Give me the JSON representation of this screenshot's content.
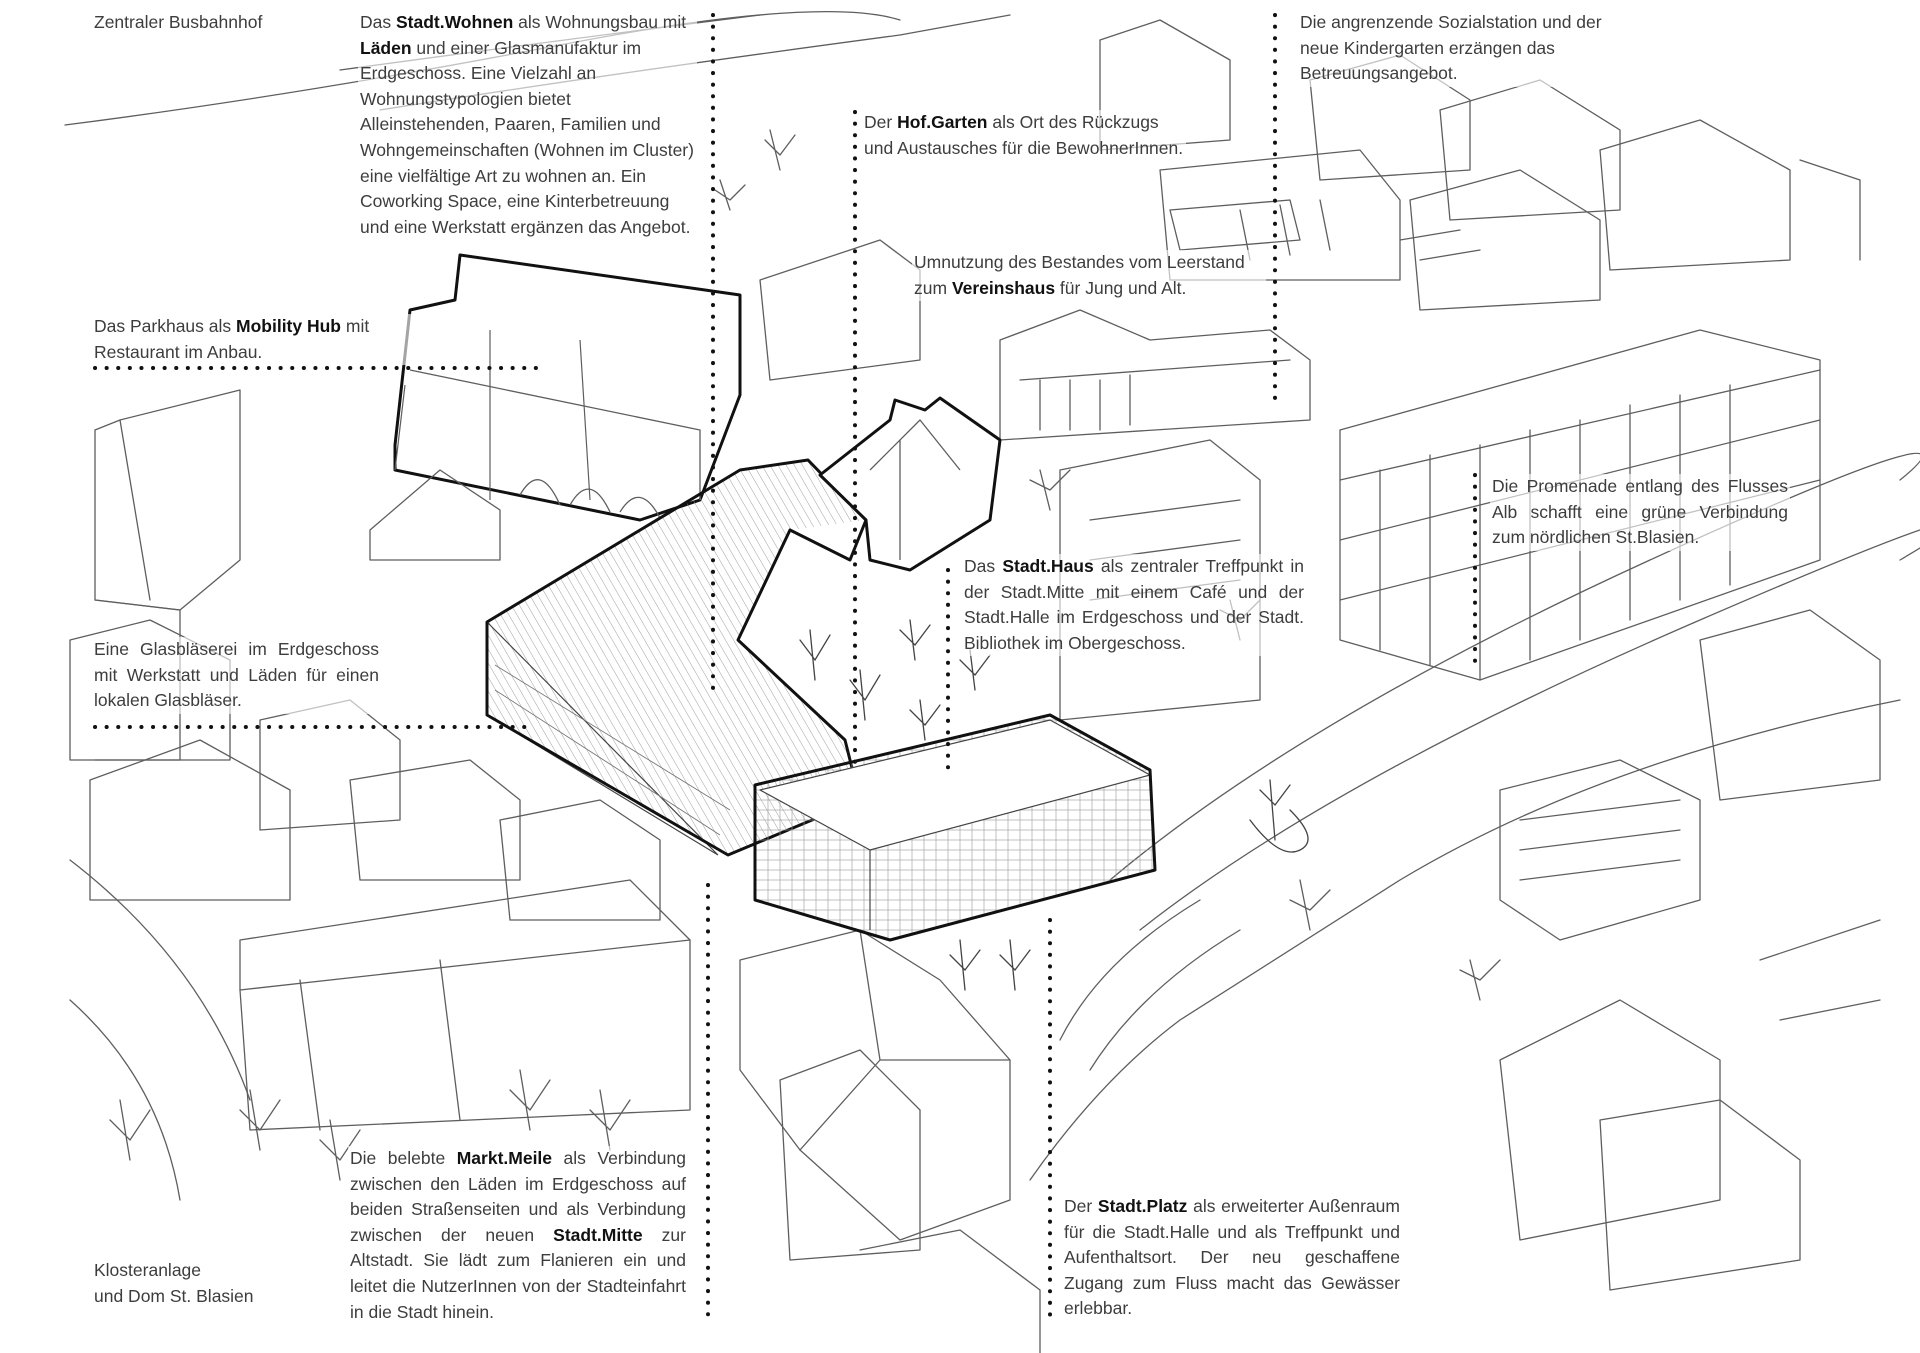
{
  "colors": {
    "background": "#ffffff",
    "sketch_line": "#5a5a5a",
    "bold_outline": "#111111",
    "dot_line": "#111111",
    "text": "#3d3d3d"
  },
  "labels": {
    "busbahnhof": {
      "text": "Zentraler Busbahnhof"
    },
    "stadt_wohnen": {
      "pre": "Das ",
      "bold": "Stadt.Wohnen",
      "post": " als Wohnungsbau mit ",
      "bold2": "Läden",
      "post2": " und einer Glasmanufaktur im Erdgeschoss. Eine Vielzahl an Wohnungstypologien bietet Alleinstehenden, Paaren, Familien und Wohngemeinschaften (Wohnen im Cluster) eine vielfältige Art zu wohnen an. Ein Coworking Space, eine Kinterbetreuung und eine Werkstatt ergänzen das Angebot."
    },
    "hof_garten": {
      "pre": "Der ",
      "bold": "Hof.Garten",
      "post": " als Ort des Rückzugs und Austausches für die BewohnerInnen."
    },
    "sozialstation": {
      "text": "Die angrenzende Sozialstation und der neue Kindergarten erzängen das Betreuungsangebot."
    },
    "vereinshaus": {
      "pre": "Umnutzung des Bestandes vom Leerstand zum ",
      "bold": "Vereinshaus",
      "post": " für Jung und Alt."
    },
    "mobility_hub": {
      "pre": "Das Parkhaus als ",
      "bold": "Mobility Hub",
      "post": " mit Restaurant im Anbau."
    },
    "promenade": {
      "text": "Die Promenade entlang des Flusses Alb schafft eine grüne Verbindung zum nördlichen St.Blasien."
    },
    "stadt_haus": {
      "pre": "Das ",
      "bold": "Stadt.Haus",
      "post": " als zentraler Treffpunkt in der Stadt.Mitte mit einem Café und der Stadt.Halle im Erdgeschoss und der Stadt. Bibliothek im Obergeschoss."
    },
    "glasblaeserei": {
      "text": "Eine Glasbläserei im Erdgeschoss mit Werkstatt und Läden für einen lokalen Glasbläser."
    },
    "markt_meile": {
      "pre": "Die belebte ",
      "bold": "Markt.Meile",
      "post": " als Verbindung zwischen den Läden im Erdgeschoss auf beiden Straßenseiten und als Verbindung zwischen der neuen ",
      "bold2": "Stadt.Mitte",
      "post2": " zur Altstadt. Sie lädt zum Flanieren ein und leitet die NutzerInnen von der Stadteinfahrt in die Stadt hinein."
    },
    "kloster": {
      "line1": "Klosteranlage",
      "line2": "und Dom St. Blasien"
    },
    "stadt_platz": {
      "pre": "Der ",
      "bold": "Stadt.Platz",
      "post": " als erweiterter Außenraum für die Stadt.Halle und als Treffpunkt und Aufenthaltsort. Der neu geschaffene Zugang zum Fluss macht das Gewässer erlebbar."
    }
  }
}
